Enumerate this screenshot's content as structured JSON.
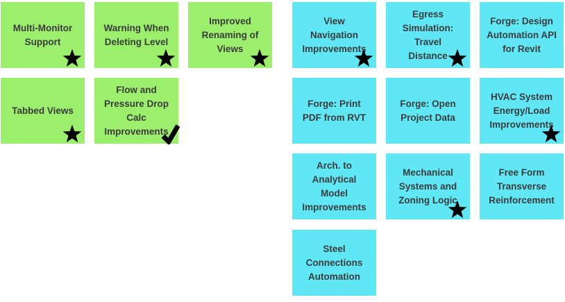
{
  "board": {
    "background": "#ffffff",
    "text_color": "#3b3b3b",
    "icon_color": "#000000",
    "category_colors": {
      "released_green": "#9bef6c",
      "in_progress_cyan": "#5fe7f6"
    }
  },
  "cards": [
    {
      "label": "Multi-Monitor\nSupport",
      "color": "#9bef6c",
      "icon": "star"
    },
    {
      "label": "Warning When\nDeleting Level",
      "color": "#9bef6c",
      "icon": "star"
    },
    {
      "label": "Improved\nRenaming of\nViews",
      "color": "#9bef6c",
      "icon": "star"
    },
    {
      "label": "Tabbed Views",
      "color": "#9bef6c",
      "icon": "star"
    },
    {
      "label": "Flow and\nPressure Drop\nCalc\nImprovements",
      "color": "#9bef6c",
      "icon": "check"
    },
    {
      "label": "View\nNavigation\nImprovements",
      "color": "#5fe7f6",
      "icon": "star"
    },
    {
      "label": "Egress\nSimulation:\nTravel\nDistance",
      "color": "#5fe7f6",
      "icon": "star"
    },
    {
      "label": "Forge: Design\nAutomation API\nfor Revit",
      "color": "#5fe7f6",
      "icon": null
    },
    {
      "label": "Forge: Print\nPDF from RVT",
      "color": "#5fe7f6",
      "icon": null
    },
    {
      "label": "Forge: Open\nProject Data",
      "color": "#5fe7f6",
      "icon": null
    },
    {
      "label": "HVAC System\nEnergy/Load\nImprovements",
      "color": "#5fe7f6",
      "icon": "star"
    },
    {
      "label": "Arch. to\nAnalytical\nModel\nImprovements",
      "color": "#5fe7f6",
      "icon": null
    },
    {
      "label": "Mechanical\nSystems and\nZoning Logic",
      "color": "#5fe7f6",
      "icon": "star"
    },
    {
      "label": "Free Form\nTransverse\nReinforcement",
      "color": "#5fe7f6",
      "icon": null
    },
    {
      "label": "Steel\nConnections\nAutomation",
      "color": "#5fe7f6",
      "icon": null
    }
  ]
}
